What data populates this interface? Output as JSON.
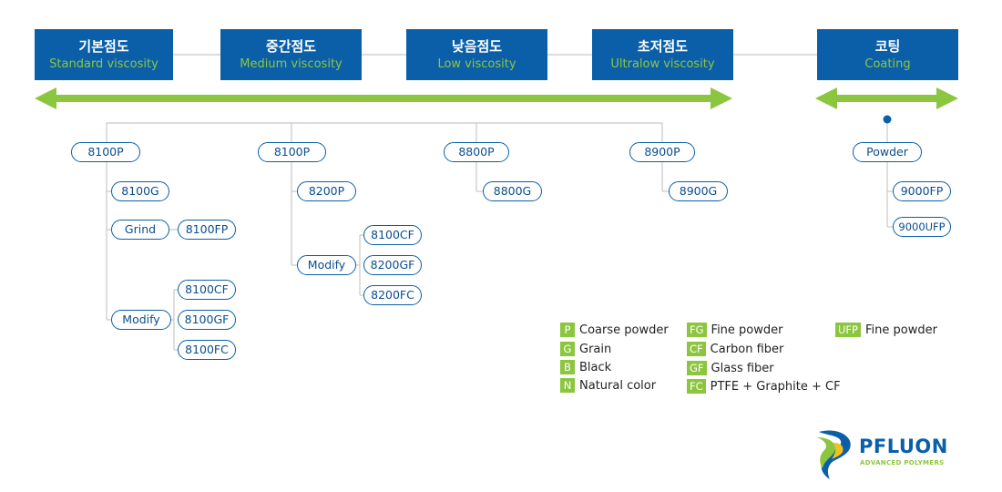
{
  "headers": [
    {
      "ko": "기본점도",
      "en": "Standard viscosity"
    },
    {
      "ko": "중간점도",
      "en": "Medium viscosity"
    },
    {
      "ko": "낮음점도",
      "en": "Low viscosity"
    },
    {
      "ko": "초저점도",
      "en": "Ultralow viscosity"
    },
    {
      "ko": "코팅",
      "en": "Coating"
    }
  ],
  "nodes": {
    "c1_root": "8100P",
    "c1_a": "8100G",
    "c1_grind": "Grind",
    "c1_grind_fp": "8100FP",
    "c1_modify": "Modify",
    "c1_mod_cf": "8100CF",
    "c1_mod_gf": "8100GF",
    "c1_mod_fc": "8100FC",
    "c2_root": "8100P",
    "c2_a": "8200P",
    "c2_modify": "Modify",
    "c2_mod_cf": "8100CF",
    "c2_mod_gf": "8200GF",
    "c2_mod_fc": "8200FC",
    "c3_root": "8800P",
    "c3_a": "8800G",
    "c4_root": "8900P",
    "c4_a": "8900G",
    "c5_root": "Powder",
    "c5_a": "9000FP",
    "c5_b": "9000UFP"
  },
  "legend": [
    {
      "code": "P",
      "label": "Coarse powder"
    },
    {
      "code": "G",
      "label": "Grain"
    },
    {
      "code": "B",
      "label": "Black"
    },
    {
      "code": "N",
      "label": "Natural color"
    },
    {
      "code": "FG",
      "label": "Fine powder"
    },
    {
      "code": "CF",
      "label": "Carbon fiber"
    },
    {
      "code": "GF",
      "label": "Glass fiber"
    },
    {
      "code": "FC",
      "label": "PTFE + Graphite + CF"
    },
    {
      "code": "UFP",
      "label": "Fine powder"
    }
  ],
  "logo": {
    "name": "PFLUON",
    "tagline": "ADVANCED POLYMERS"
  },
  "colors": {
    "header_bg": "#0B5FA8",
    "accent_green": "#8CC63F",
    "node_border": "#0B5FA8",
    "line_gray": "#C8C8C8"
  }
}
